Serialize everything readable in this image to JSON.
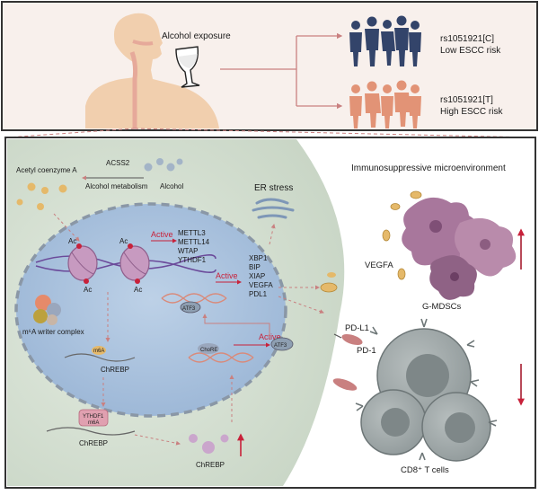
{
  "top_panel": {
    "exposure_label": "Alcohol exposure",
    "genotype_c": {
      "allele": "rs1051921[C]",
      "risk": "Low ESCC risk"
    },
    "genotype_t": {
      "allele": "rs1051921[T]",
      "risk": "High ESCC risk"
    }
  },
  "cell": {
    "acetyl_coa": "Acetyl coenzyme A",
    "acss2": "ACSS2",
    "alcohol_metabolism": "Alcohol metabolism",
    "alcohol": "Alcohol",
    "er_stress": "ER stress",
    "ac_labels": [
      "Ac",
      "Ac",
      "Ac",
      "Ac"
    ],
    "active_1": "Active",
    "writers": [
      "METTL3",
      "METTL14",
      "WTAP",
      "YTHDF1"
    ],
    "active_2": "Active",
    "targets": [
      "XBP1",
      "BIP",
      "XIAP",
      "VEGFA",
      "PDL1"
    ],
    "atf3_1": "ATF3",
    "atf3_2": "ATF3",
    "active_3": "Active",
    "chore": "ChoRE",
    "writer_complex": "m⁶A writer complex",
    "m6a_1": "m6A",
    "chrebp_1": "ChREBP",
    "ythdf1": "YTHDF1",
    "m6a_2": "m6A",
    "chrebp_2": "ChREBP",
    "chrebp_3": "ChREBP"
  },
  "microenvironment": {
    "title": "Immunosuppressive microenvironment",
    "vegfa": "VEGFA",
    "g_mdscs": "G-MDSCs",
    "pd_l1": "PD-L1",
    "pd_1": "PD-1",
    "cd8": "CD8⁺ T cells"
  },
  "colors": {
    "accent_red": "#c8213a",
    "nucleus_blue": "#a9c2de",
    "cell_green": "#d5e0d2",
    "mdsc_purple": "#a8779c",
    "tcell_gray": "#9aa2a3",
    "skin": "#f1cfae",
    "low_risk_navy": "#33446a",
    "high_risk_salmon": "#e29376"
  }
}
